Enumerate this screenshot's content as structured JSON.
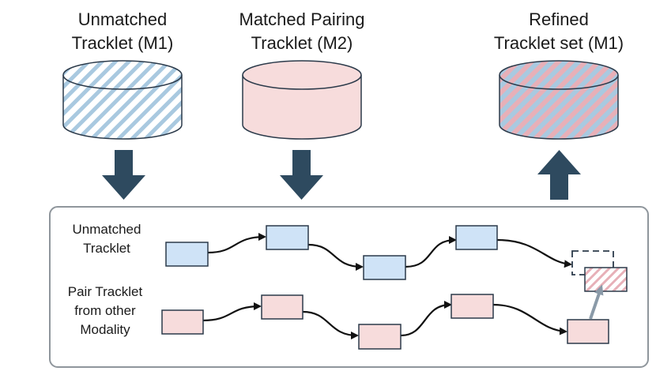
{
  "stores": [
    {
      "line1": "Unmatched",
      "line2": "Tracklet (M1)",
      "fill": "striped-blue"
    },
    {
      "line1": "Matched Pairing",
      "line2": "Tracklet (M2)",
      "fill": "solid-pink"
    },
    {
      "line1": "Refined",
      "line2": "Tracklet set (M1)",
      "fill": "striped-blue-pink"
    }
  ],
  "rows": {
    "unmatched": {
      "line1": "Unmatched",
      "line2": "Tracklet"
    },
    "pair": {
      "line1": "Pair Tracklet",
      "line2": "from other",
      "line3": "Modality"
    }
  },
  "colors": {
    "blue_fill": "#cfe3f7",
    "pink_fill": "#f7dcdc",
    "arrow_dark": "#2e4a5f",
    "outline": "#2b3a4a",
    "hatch_blue": "#a9c9e0",
    "hatch_pink": "#e7b0b8",
    "transfer_arrow": "#8a9aa8",
    "panel_border": "#8f969c"
  }
}
